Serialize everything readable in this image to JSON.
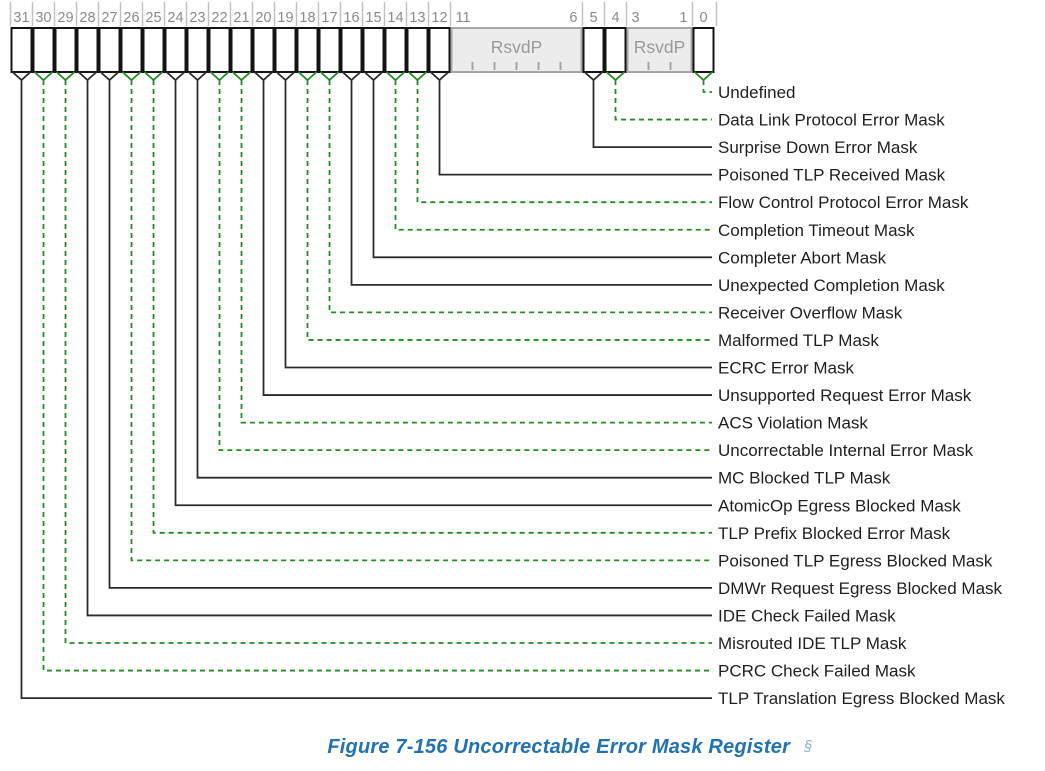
{
  "register": {
    "cells": [
      {
        "kind": "bit",
        "bit": 31
      },
      {
        "kind": "bit",
        "bit": 30
      },
      {
        "kind": "bit",
        "bit": 29
      },
      {
        "kind": "bit",
        "bit": 28
      },
      {
        "kind": "bit",
        "bit": 27
      },
      {
        "kind": "bit",
        "bit": 26
      },
      {
        "kind": "bit",
        "bit": 25
      },
      {
        "kind": "bit",
        "bit": 24
      },
      {
        "kind": "bit",
        "bit": 23
      },
      {
        "kind": "bit",
        "bit": 22
      },
      {
        "kind": "bit",
        "bit": 21
      },
      {
        "kind": "bit",
        "bit": 20
      },
      {
        "kind": "bit",
        "bit": 19
      },
      {
        "kind": "bit",
        "bit": 18
      },
      {
        "kind": "bit",
        "bit": 17
      },
      {
        "kind": "bit",
        "bit": 16
      },
      {
        "kind": "bit",
        "bit": 15
      },
      {
        "kind": "bit",
        "bit": 14
      },
      {
        "kind": "bit",
        "bit": 13
      },
      {
        "kind": "bit",
        "bit": 12
      },
      {
        "kind": "rsvd",
        "hi": 11,
        "lo": 6,
        "label": "RsvdP"
      },
      {
        "kind": "bit",
        "bit": 5
      },
      {
        "kind": "bit",
        "bit": 4
      },
      {
        "kind": "rsvd",
        "hi": 3,
        "lo": 1,
        "label": "RsvdP"
      },
      {
        "kind": "bit",
        "bit": 0
      }
    ],
    "leaders": [
      {
        "bit": 0,
        "style": "dashed",
        "label": "Undefined"
      },
      {
        "bit": 4,
        "style": "dashed",
        "label": "Data Link Protocol Error Mask"
      },
      {
        "bit": 5,
        "style": "solid",
        "label": "Surprise Down Error Mask"
      },
      {
        "bit": 12,
        "style": "solid",
        "label": "Poisoned TLP Received Mask"
      },
      {
        "bit": 13,
        "style": "dashed",
        "label": "Flow Control Protocol Error Mask"
      },
      {
        "bit": 14,
        "style": "dashed",
        "label": "Completion Timeout Mask"
      },
      {
        "bit": 15,
        "style": "solid",
        "label": "Completer Abort Mask"
      },
      {
        "bit": 16,
        "style": "solid",
        "label": "Unexpected Completion Mask"
      },
      {
        "bit": 17,
        "style": "dashed",
        "label": "Receiver Overflow Mask"
      },
      {
        "bit": 18,
        "style": "dashed",
        "label": "Malformed TLP Mask"
      },
      {
        "bit": 19,
        "style": "solid",
        "label": "ECRC Error Mask"
      },
      {
        "bit": 20,
        "style": "solid",
        "label": "Unsupported Request Error Mask"
      },
      {
        "bit": 21,
        "style": "dashed",
        "label": "ACS Violation Mask"
      },
      {
        "bit": 22,
        "style": "dashed",
        "label": "Uncorrectable Internal Error Mask"
      },
      {
        "bit": 23,
        "style": "solid",
        "label": "MC Blocked TLP Mask"
      },
      {
        "bit": 24,
        "style": "solid",
        "label": "AtomicOp Egress Blocked Mask"
      },
      {
        "bit": 25,
        "style": "dashed",
        "label": "TLP Prefix Blocked Error Mask"
      },
      {
        "bit": 26,
        "style": "dashed",
        "label": "Poisoned TLP Egress Blocked Mask"
      },
      {
        "bit": 27,
        "style": "solid",
        "label": "DMWr Request Egress Blocked Mask"
      },
      {
        "bit": 28,
        "style": "solid",
        "label": "IDE Check Failed Mask"
      },
      {
        "bit": 29,
        "style": "dashed",
        "label": "Misrouted IDE TLP Mask"
      },
      {
        "bit": 30,
        "style": "dashed",
        "label": "PCRC Check Failed Mask"
      },
      {
        "bit": 31,
        "style": "solid",
        "label": "TLP Translation Egress Blocked Mask"
      }
    ],
    "colors": {
      "solid_line": "#2b2b2b",
      "dashed_line": "#228b22",
      "cell_border": "#141414",
      "cell_fill": "#ffffff",
      "rsvd_fill": "#ececec",
      "rsvd_border": "#a6a6a6",
      "rsvd_text": "#9a9a9a",
      "bit_number": "#8a8a8a",
      "separator": "#c2c2c2",
      "label_text": "#1f1f1f"
    }
  },
  "caption": {
    "text": "Figure 7-156 Uncorrectable Error Mask Register",
    "marker": "§",
    "color": "#2172b2",
    "marker_color": "#93afc7"
  }
}
